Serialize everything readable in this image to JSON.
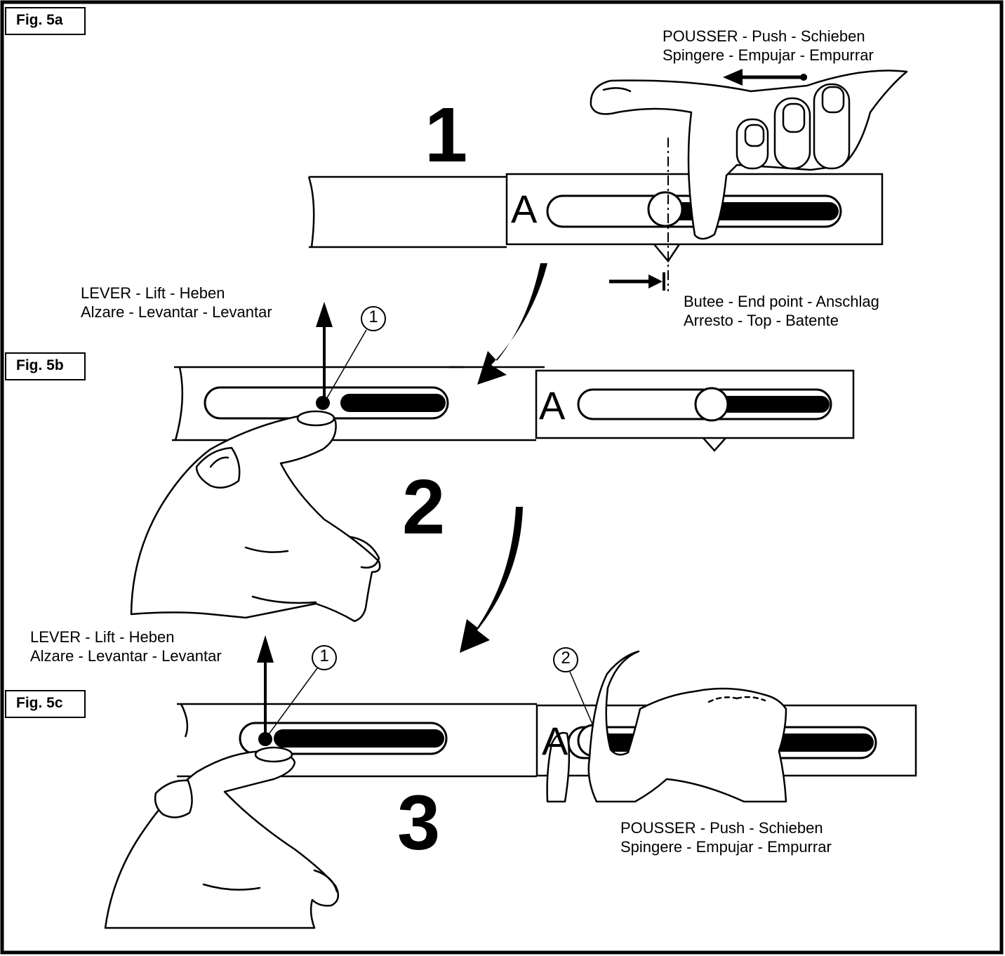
{
  "figures": {
    "fig_a": {
      "label": "Fig. 5a",
      "step": "1"
    },
    "fig_b": {
      "label": "Fig. 5b",
      "step": "2"
    },
    "fig_c": {
      "label": "Fig. 5c",
      "step": "3"
    }
  },
  "captions": {
    "push_top": {
      "line1": "POUSSER - Push - Schieben",
      "line2": "Spingere - Empujar - Empurrar"
    },
    "end_point": {
      "line1": "Butee - End point - Anschlag",
      "line2": "Arresto - Top - Batente"
    },
    "lift_b": {
      "line1": "LEVER - Lift - Heben",
      "line2": "Alzare - Levantar - Levantar"
    },
    "lift_c": {
      "line1": "LEVER - Lift - Heben",
      "line2": "Alzare - Levantar - Levantar"
    },
    "push_bottom": {
      "line1": "POUSSER - Push - Schieben",
      "line2": "Spingere - Empujar - Empurrar"
    }
  },
  "markers": {
    "slot_letter": "A",
    "callout_1": "1",
    "callout_2": "2"
  }
}
